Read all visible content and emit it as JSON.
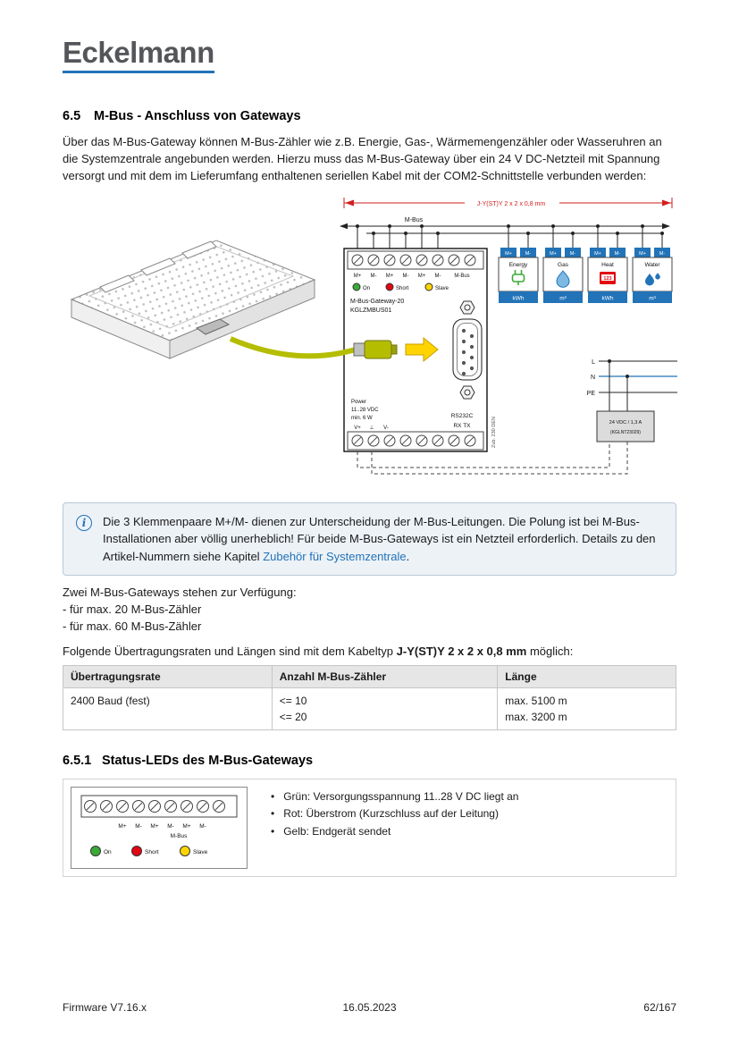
{
  "page": {
    "logo": "Eckelmann",
    "footer": {
      "left": "Firmware V7.16.x",
      "center": "16.05.2023",
      "right": "62/167"
    }
  },
  "colors": {
    "brand_blue": "#2273b8",
    "dim_red": "#d21e1e",
    "led_green": "#3aaa35",
    "led_red": "#e30613",
    "led_yellow": "#ffd500",
    "link_blue": "#2273b8"
  },
  "section": {
    "number": "6.5",
    "title": "M-Bus - Anschluss von Gateways",
    "intro": "Über das M-Bus-Gateway können M-Bus-Zähler wie z.B. Energie, Gas-, Wärmemengenzähler oder Wasseruhren an die Systemzentrale angebunden werden. Hierzu muss das M-Bus-Gateway über ein 24 V DC-Netzteil mit Spannung versorgt und mit dem im Lieferumfang enthaltenen seriellen Kabel mit der COM2-Schnittstelle verbunden werden:"
  },
  "diagram": {
    "cable_label": "J-Y(ST)Y 2 x 2 x 0,8 mm",
    "mbus_label": "M-Bus",
    "gateway": {
      "terminals": [
        "M+",
        "M-",
        "M+",
        "M-",
        "M+",
        "M-"
      ],
      "mbus_label": "M-Bus",
      "leds": [
        {
          "label": "On"
        },
        {
          "label": "Short"
        },
        {
          "label": "Slave"
        }
      ],
      "name": "M-Bus-Gateway-20",
      "part_number": "KGLZMBUS01",
      "power": [
        "Power",
        "11..28 VDC",
        "min. 6 W"
      ],
      "bottom_terminals": [
        "V+",
        "⊥",
        "V-"
      ],
      "rs232": "RS232C",
      "rxtx": "RX TX",
      "side_label": "Zub. 230 DEN"
    },
    "meter_terminals": [
      "M+",
      "M-"
    ],
    "meters": [
      {
        "name": "Energy",
        "unit": "kWh",
        "icon": "plug-icon"
      },
      {
        "name": "Gas",
        "unit": "m³",
        "icon": "flame-icon"
      },
      {
        "name": "Heat",
        "unit": "kWh",
        "icon": "counter-icon",
        "display": "123"
      },
      {
        "name": "Water",
        "unit": "m³",
        "icon": "water-drop-icon"
      }
    ],
    "supply_lines": [
      "L",
      "N",
      "PE"
    ],
    "psu": {
      "line1": "24 VDC / 1,3 A",
      "line2": "(KGLNT23029)"
    }
  },
  "note": {
    "text": "Die 3 Klemmenpaare M+/M- dienen zur Unterscheidung der M-Bus-Leitungen. Die Polung ist bei M-Bus-Installationen aber völlig unerheblich! Für beide M-Bus-Gateways ist ein Netzteil erforderlich. Details zu den Artikel-Nummern siehe Kapitel ",
    "link": "Zubehör für Systemzentrale",
    "suffix": "."
  },
  "gateways_list": {
    "title": "Zwei M-Bus-Gateways stehen zur Verfügung:",
    "options": [
      "- für max. 20 M-Bus-Zähler",
      "- für max. 60 M-Bus-Zähler"
    ]
  },
  "cable_sentence": {
    "pre": "Folgende Übertragungsraten und Längen sind mit dem Kabeltyp ",
    "cable_type": "J-Y(ST)Y 2 x 2 x 0,8 mm",
    "post": " möglich:"
  },
  "table": {
    "headers": [
      "Übertragungsrate",
      "Anzahl M-Bus-Zähler",
      "Länge"
    ],
    "rows": [
      {
        "c1": "2400 Baud (fest)",
        "c2": [
          "<= 10",
          "<= 20"
        ],
        "c3": [
          "max. 5100 m",
          "max. 3200 m"
        ]
      }
    ]
  },
  "section2": {
    "number": "6.5.1",
    "title": "Status-LEDs des M-Bus-Gateways",
    "bullets": [
      "Grün: Versorgungsspannung 11..28 V DC liegt an",
      "Rot: Überstrom (Kurzschluss auf der Leitung)",
      "Gelb: Endgerät sendet"
    ]
  }
}
